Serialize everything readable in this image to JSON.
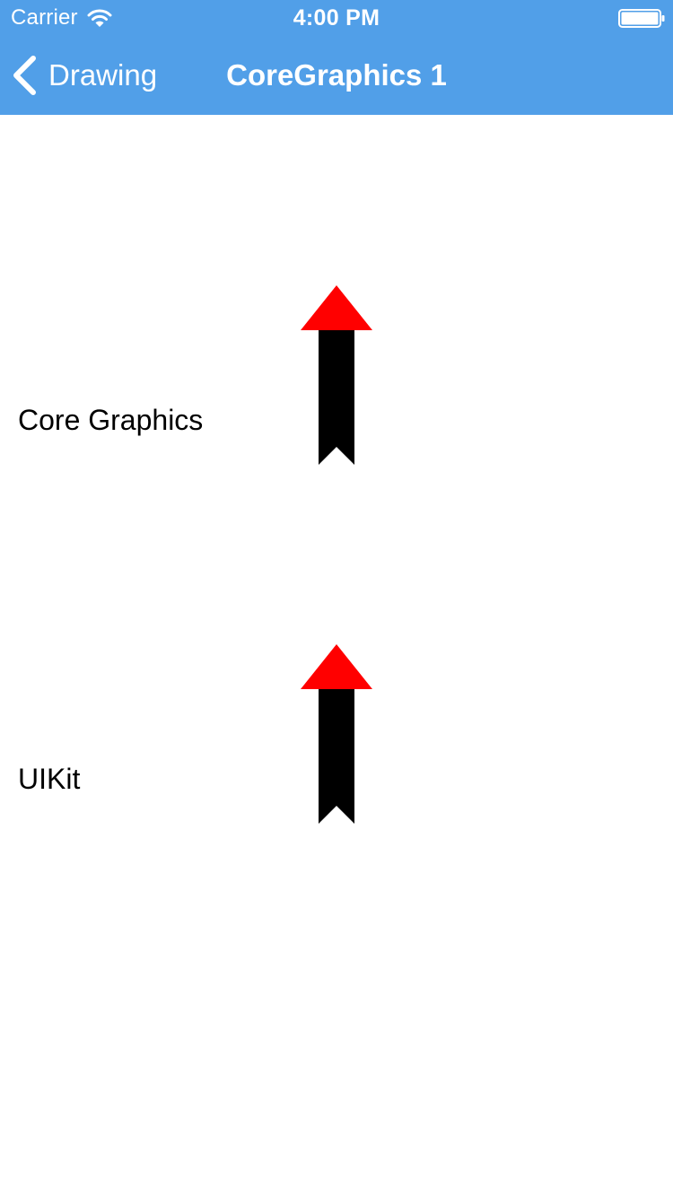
{
  "status_bar": {
    "carrier": "Carrier",
    "time": "4:00 PM",
    "wifi_icon": "wifi-icon",
    "battery_icon": "battery-icon"
  },
  "nav_bar": {
    "background_color": "#519fe8",
    "back_label": "Drawing",
    "back_icon": "chevron-left-icon",
    "title": "CoreGraphics 1"
  },
  "drawings": [
    {
      "label": "Core Graphics",
      "shape": "arrow-up",
      "head_color": "#ff0000",
      "shaft_color": "#000000"
    },
    {
      "label": "UIKit",
      "shape": "arrow-up",
      "head_color": "#ff0000",
      "shaft_color": "#000000"
    }
  ]
}
